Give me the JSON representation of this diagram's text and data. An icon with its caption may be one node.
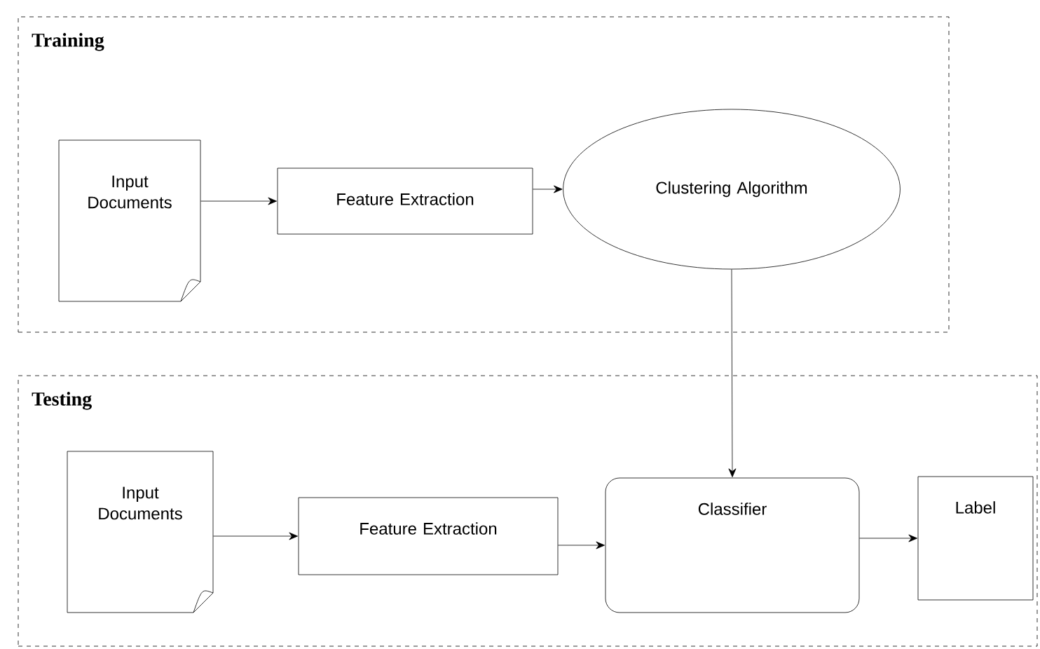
{
  "diagram": {
    "nodes": [
      {
        "text": [
          "Training"
        ]
      },
      {
        "text": [
          "Input Documents"
        ],
        "in": 0
      },
      {
        "text": [
          "Feature Extraction"
        ],
        "in": 0
      },
      {
        "text": [
          "Clustering Algorithm"
        ],
        "in": 0
      },
      {
        "text": [
          "Testing"
        ]
      },
      {
        "text": [
          "Input Documents"
        ],
        "in": 4
      },
      {
        "text": [
          "Feature Extraction"
        ],
        "in": 4
      },
      {
        "text": [
          "Classifier"
        ],
        "in": 4
      },
      {
        "text": [
          "Label"
        ],
        "in": 4
      }
    ],
    "edges": [
      {
        "from": 1,
        "to": 2,
        "arrow": "to"
      },
      {
        "from": 2,
        "to": 3,
        "arrow": "to"
      },
      {
        "from": 3,
        "to": 7,
        "arrow": "to"
      },
      {
        "from": 5,
        "to": 6,
        "arrow": "to"
      },
      {
        "from": 6,
        "to": 7,
        "arrow": "to"
      },
      {
        "from": 7,
        "to": 8,
        "arrow": "to"
      }
    ]
  }
}
